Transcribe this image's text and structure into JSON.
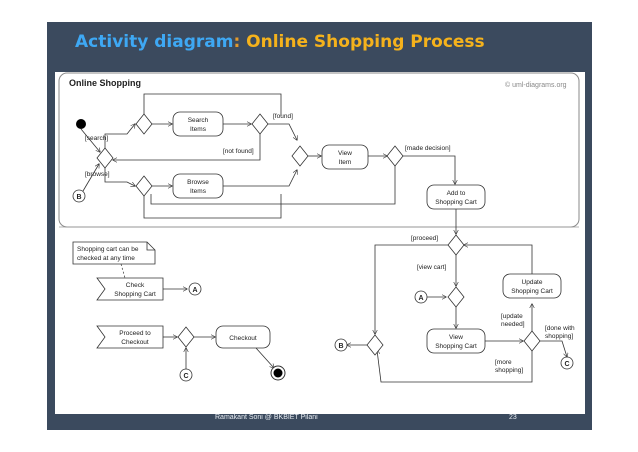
{
  "slide": {
    "title_part1": "Activity diagram",
    "title_sep": ": ",
    "title_part2": "Online Shopping Process",
    "footer_credit": "Ramakant Soni @ BKBIET Pilani",
    "page_number": "23"
  },
  "diagram": {
    "frame_title": "Online Shopping",
    "copyright": "© uml-diagrams.org",
    "actions": {
      "search_items": [
        "Search",
        "Items"
      ],
      "browse_items": [
        "Browse",
        "Items"
      ],
      "view_item": [
        "View",
        "Item"
      ],
      "add_to_cart": [
        "Add to",
        "Shopping Cart"
      ],
      "update_cart": [
        "Update",
        "Shopping Cart"
      ],
      "view_cart": [
        "View",
        "Shopping Cart"
      ],
      "checkout": [
        "Checkout"
      ]
    },
    "signals": {
      "check_cart": [
        "Check",
        "Shopping Cart"
      ],
      "proceed_checkout": [
        "Proceed to",
        "Checkout"
      ]
    },
    "note": [
      "Shopping cart can be",
      "checked at any time"
    ],
    "guards": {
      "search": "[search]",
      "browse": "[browse]",
      "found": "[found]",
      "not_found": "[not found]",
      "made_decision": "[made decision]",
      "proceed": "[proceed]",
      "view_cart": "[view cart]",
      "update_needed": [
        "[update",
        "needed]"
      ],
      "done_with_shopping": [
        "[done with",
        "shopping]"
      ],
      "more_shopping": [
        "[more",
        "shopping]"
      ]
    },
    "connectors": {
      "a": "A",
      "b": "B",
      "c": "C"
    }
  }
}
